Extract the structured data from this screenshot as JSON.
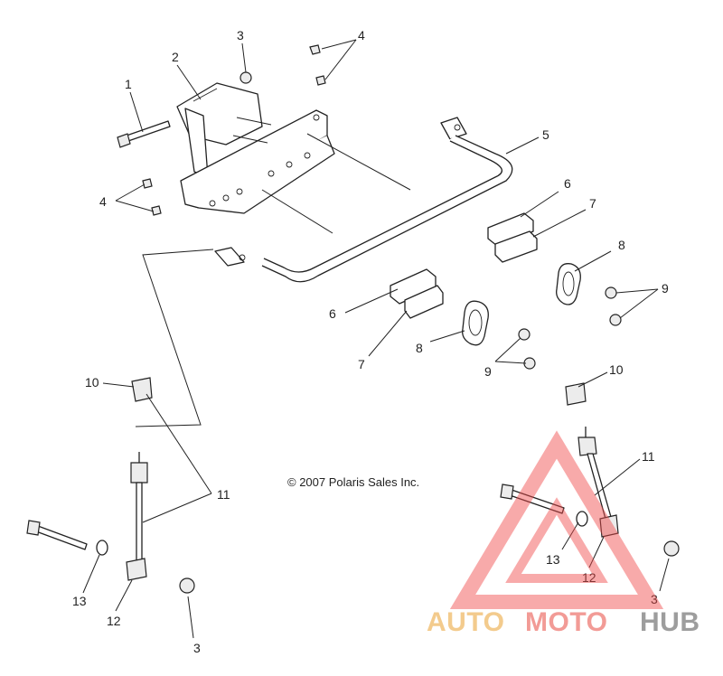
{
  "diagram": {
    "copyright": "© 2007 Polaris Sales Inc.",
    "callouts": {
      "c1": "1",
      "c2": "2",
      "c3a": "3",
      "c3b": "3",
      "c3c": "3",
      "c4a": "4",
      "c4b": "4",
      "c5": "5",
      "c6a": "6",
      "c6b": "6",
      "c7a": "7",
      "c7b": "7",
      "c8a": "8",
      "c8b": "8",
      "c9a": "9",
      "c9b": "9",
      "c10a": "10",
      "c10b": "10",
      "c11a": "11",
      "c11b": "11",
      "c12a": "12",
      "c12b": "12",
      "c13a": "13",
      "c13b": "13"
    }
  },
  "watermark": {
    "word_auto": "AUTO",
    "word_moto": "MOTO",
    "word_hub": "HUB",
    "colors": {
      "auto": "#f2c27a",
      "moto": "#f08a84",
      "hub": "#8c8c8c",
      "triangle": "#f04848"
    }
  }
}
